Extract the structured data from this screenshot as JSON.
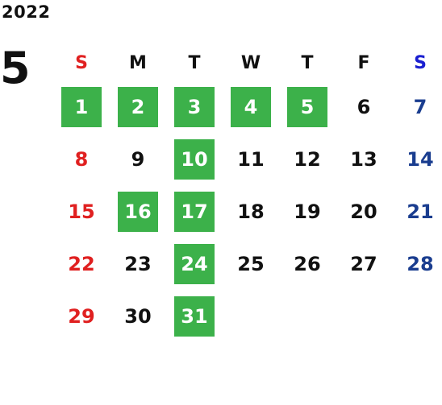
{
  "calendar": {
    "year": "2022",
    "month": "5",
    "weekdays": [
      "S",
      "M",
      "T",
      "W",
      "T",
      "F",
      "S"
    ],
    "highlight_color": "#3cb14a",
    "sunday_color": "#e02020",
    "saturday_color": "#1a3d8f",
    "weeks": [
      [
        {
          "day": "1",
          "highlight": true
        },
        {
          "day": "2",
          "highlight": true
        },
        {
          "day": "3",
          "highlight": true
        },
        {
          "day": "4",
          "highlight": true
        },
        {
          "day": "5",
          "highlight": true
        },
        {
          "day": "6",
          "highlight": false
        },
        {
          "day": "7",
          "highlight": false
        }
      ],
      [
        {
          "day": "8",
          "highlight": false
        },
        {
          "day": "9",
          "highlight": false
        },
        {
          "day": "10",
          "highlight": true
        },
        {
          "day": "11",
          "highlight": false
        },
        {
          "day": "12",
          "highlight": false
        },
        {
          "day": "13",
          "highlight": false
        },
        {
          "day": "14",
          "highlight": false
        }
      ],
      [
        {
          "day": "15",
          "highlight": false
        },
        {
          "day": "16",
          "highlight": true
        },
        {
          "day": "17",
          "highlight": true
        },
        {
          "day": "18",
          "highlight": false
        },
        {
          "day": "19",
          "highlight": false
        },
        {
          "day": "20",
          "highlight": false
        },
        {
          "day": "21",
          "highlight": false
        }
      ],
      [
        {
          "day": "22",
          "highlight": false
        },
        {
          "day": "23",
          "highlight": false
        },
        {
          "day": "24",
          "highlight": true
        },
        {
          "day": "25",
          "highlight": false
        },
        {
          "day": "26",
          "highlight": false
        },
        {
          "day": "27",
          "highlight": false
        },
        {
          "day": "28",
          "highlight": false
        }
      ],
      [
        {
          "day": "29",
          "highlight": false
        },
        {
          "day": "30",
          "highlight": false
        },
        {
          "day": "31",
          "highlight": true
        },
        {
          "day": "",
          "highlight": false
        },
        {
          "day": "",
          "highlight": false
        },
        {
          "day": "",
          "highlight": false
        },
        {
          "day": "",
          "highlight": false
        }
      ]
    ]
  }
}
